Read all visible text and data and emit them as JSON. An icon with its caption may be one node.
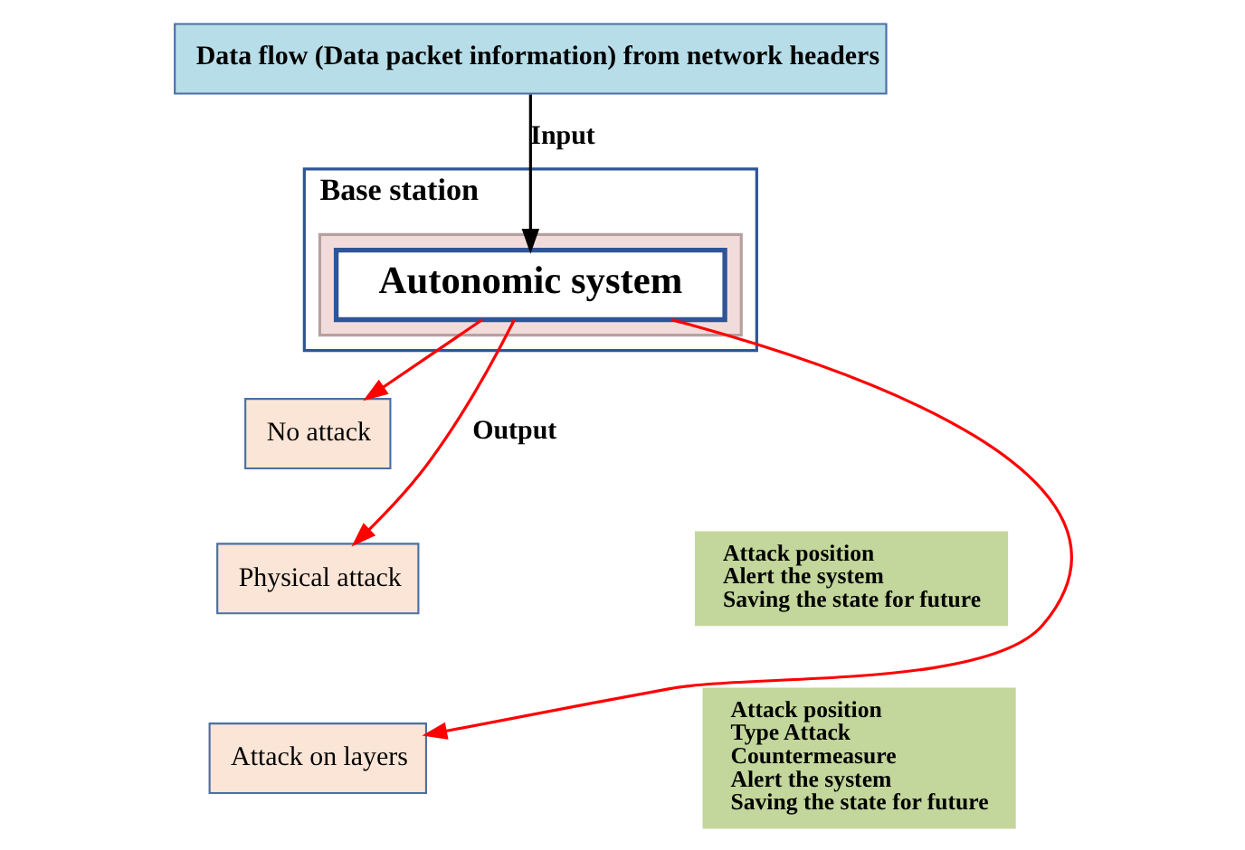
{
  "diagram": {
    "nodes": [
      {
        "text": [
          "Data flow (Data packet information) from network headers"
        ]
      },
      {
        "text": [
          "Base station"
        ]
      },
      {
        "text": [],
        "shape": "box",
        "in": 1
      },
      {
        "text": [
          "Autonomic system"
        ],
        "in": 2
      },
      {
        "text": [
          "No attack"
        ]
      },
      {
        "text": [
          "Physical attack"
        ]
      },
      {
        "text": [
          "Attack on layers"
        ]
      },
      {
        "text": [
          "Attack position",
          "Alert the system",
          "Saving the state for future"
        ]
      },
      {
        "text": [
          "Attack position",
          "Type Attack",
          "Countermeasure",
          "Alert the system",
          "Saving the state for future"
        ]
      }
    ],
    "edges": [
      {
        "from": 0,
        "to": 3,
        "arrow": "to",
        "label": "Input",
        "color": "#000000"
      },
      {
        "from": 3,
        "to": 4,
        "arrow": "to",
        "color": "#ff0000"
      },
      {
        "from": 3,
        "to": 5,
        "arrow": "to",
        "label": "Output",
        "color": "#ff0000"
      },
      {
        "from": 3,
        "to": 6,
        "arrow": "to",
        "color": "#ff0000"
      }
    ]
  }
}
